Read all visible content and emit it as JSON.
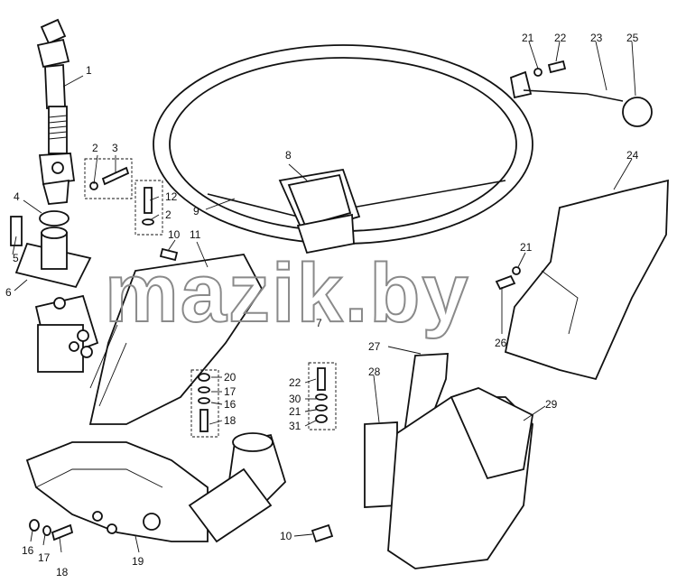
{
  "watermark": "mazik.by",
  "callouts": [
    "1",
    "2",
    "3",
    "4",
    "12",
    "2",
    "5",
    "6",
    "10",
    "11",
    "8",
    "9",
    "7",
    "21",
    "22",
    "23",
    "25",
    "24",
    "21",
    "26",
    "20",
    "17",
    "16",
    "18",
    "27",
    "28",
    "22",
    "30",
    "21",
    "31",
    "29",
    "10",
    "16",
    "17",
    "18",
    "19"
  ]
}
